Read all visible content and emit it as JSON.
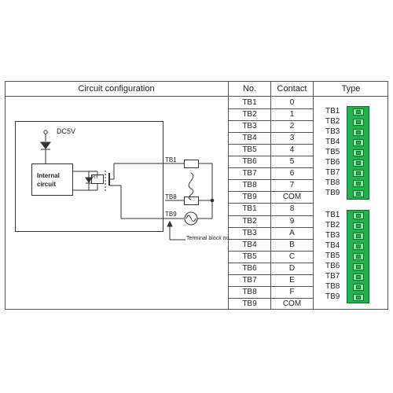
{
  "headers": {
    "circuit": "Circuit configuration",
    "no": "No.",
    "contact": "Contact",
    "type": "Type"
  },
  "diagram": {
    "dc": "DC5V",
    "internal_line1": "Internal",
    "internal_line2": "circuit",
    "relay": "RY",
    "tb1": "TB1",
    "tb8": "TB8",
    "tb9": "TB9",
    "terminal_note": "Terminal block no."
  },
  "rows": [
    {
      "no": "TB1",
      "contact": "0"
    },
    {
      "no": "TB2",
      "contact": "1"
    },
    {
      "no": "TB3",
      "contact": "2"
    },
    {
      "no": "TB4",
      "contact": "3"
    },
    {
      "no": "TB5",
      "contact": "4"
    },
    {
      "no": "TB6",
      "contact": "5"
    },
    {
      "no": "TB7",
      "contact": "6"
    },
    {
      "no": "TB8",
      "contact": "7"
    },
    {
      "no": "TB9",
      "contact": "COM"
    },
    {
      "no": "TB1",
      "contact": "8"
    },
    {
      "no": "TB2",
      "contact": "9"
    },
    {
      "no": "TB3",
      "contact": "A"
    },
    {
      "no": "TB4",
      "contact": "B"
    },
    {
      "no": "TB5",
      "contact": "C"
    },
    {
      "no": "TB6",
      "contact": "D"
    },
    {
      "no": "TB7",
      "contact": "E"
    },
    {
      "no": "TB8",
      "contact": "F"
    },
    {
      "no": "TB9",
      "contact": "COM"
    }
  ],
  "block_labels_1": [
    "TB1",
    "TB2",
    "TB3",
    "TB4",
    "TB5",
    "TB6",
    "TB7",
    "TB8",
    "TB9"
  ],
  "block_labels_2": [
    "TB1",
    "TB2",
    "TB3",
    "TB4",
    "TB5",
    "TB6",
    "TB7",
    "TB8",
    "TB9"
  ],
  "colors": {
    "terminal_green": "#22b14c",
    "terminal_dark": "#0b6e2a",
    "line": "#333333"
  }
}
